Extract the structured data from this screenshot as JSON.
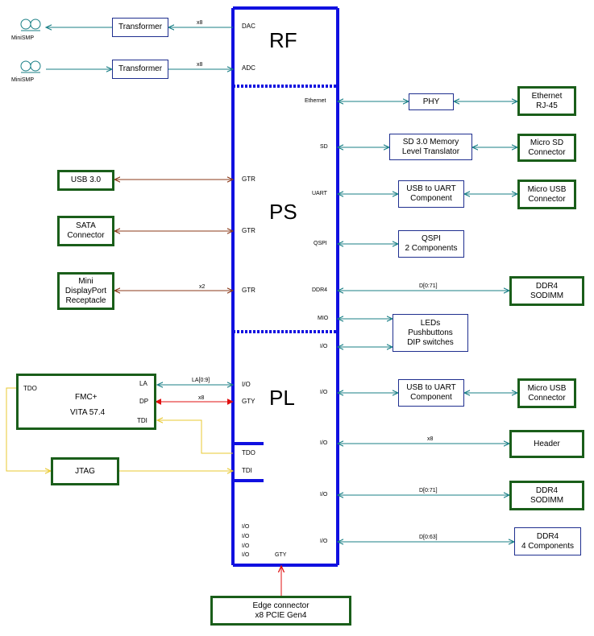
{
  "sections": {
    "rf": "RF",
    "ps": "PS",
    "pl": "PL"
  },
  "minismp": [
    "MiniSMP",
    "MiniSMP"
  ],
  "rf_ports": {
    "dac": "DAC",
    "adc": "ADC"
  },
  "rf_left": {
    "transformer_dac": "Transformer",
    "transformer_adc": "Transformer",
    "x8_dac": "x8",
    "x8_adc": "x8"
  },
  "ps_right_ports": {
    "ethernet": "Ethernet",
    "sd": "SD",
    "uart": "UART",
    "qspi": "QSPI",
    "ddr4": "DDR4",
    "mio": "MIO"
  },
  "ps_left_ports": {
    "gtr1": "GTR",
    "gtr2": "GTR",
    "gtr3": "GTR"
  },
  "ps_left": {
    "usb3": "USB 3.0",
    "sata": "SATA\nConnector",
    "dp": "Mini\nDisplayPort\nReceptacle",
    "dp_x2": "x2"
  },
  "ps_right": {
    "phy": "PHY",
    "ethernet_rj45": "Ethernet\nRJ-45",
    "sd_translator": "SD 3.0 Memory\nLevel Translator",
    "micro_sd": "Micro SD\nConnector",
    "usb_uart": "USB to UART\nComponent",
    "micro_usb": "Micro USB\nConnector",
    "qspi_comp": "QSPI\n2 Components",
    "ddr4_bus": "D[0:71]",
    "ddr4_sodimm": "DDR4\nSODIMM",
    "leds": "LEDs\nPushbuttons\nDIP switches"
  },
  "pl_left": {
    "fmc_title": "FMC+",
    "fmc_sub": "VITA 57.4",
    "tdo": "TDO",
    "la": "LA",
    "dp": "DP",
    "tdi": "TDI",
    "la_bus": "LA[0:9]",
    "dp_x8": "x8",
    "jtag": "JTAG",
    "port_io": "I/O",
    "port_gty": "GTY",
    "port_tdo": "TDO",
    "port_tdi": "TDI"
  },
  "pl_right": {
    "io1": "I/O",
    "io2": "I/O",
    "io3": "I/O",
    "io4": "I/O",
    "io5": "I/O",
    "usb_uart": "USB to UART\nComponent",
    "micro_usb": "Micro USB\nConnector",
    "header_bus": "x8",
    "header": "Header",
    "ddr4_bus1": "D[0:71]",
    "ddr4_sodimm": "DDR4\nSODIMM",
    "ddr4_bus2": "D[0:63]",
    "ddr4_comp": "DDR4\n4 Components"
  },
  "bottom": {
    "io_a": "I/O",
    "io_b": "I/O",
    "io_c": "I/O",
    "io_d": "I/O",
    "gty": "GTY",
    "edge": "Edge connector\nx8 PCIE Gen4"
  },
  "colors": {
    "blue": "#1010e0",
    "teal": "#1a7f86",
    "brown": "#8b3a1a",
    "red": "#e01010",
    "yellow": "#e8c830",
    "green": "#1a5e1a"
  }
}
